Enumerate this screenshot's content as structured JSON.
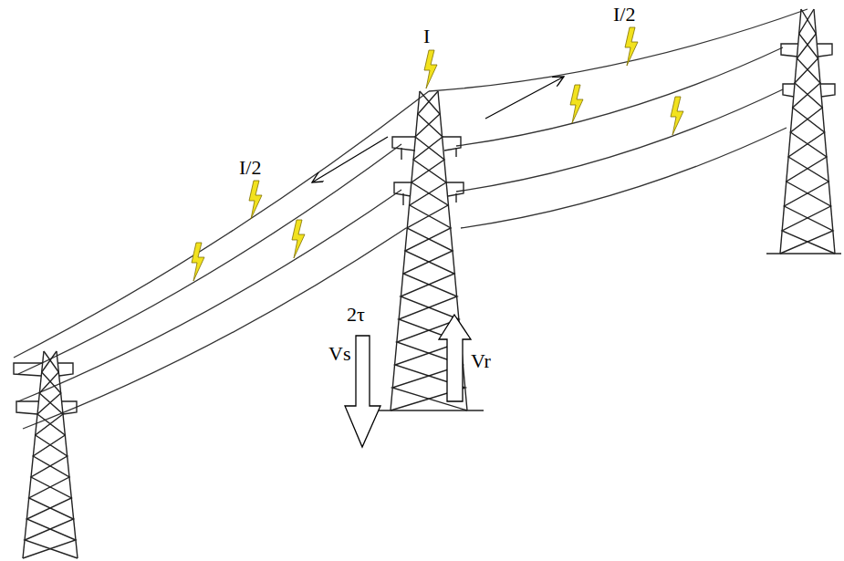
{
  "diagram": {
    "labels": [
      "I/2",
      "I",
      "I/2",
      "2τ",
      "Vs",
      "Vr"
    ]
  }
}
